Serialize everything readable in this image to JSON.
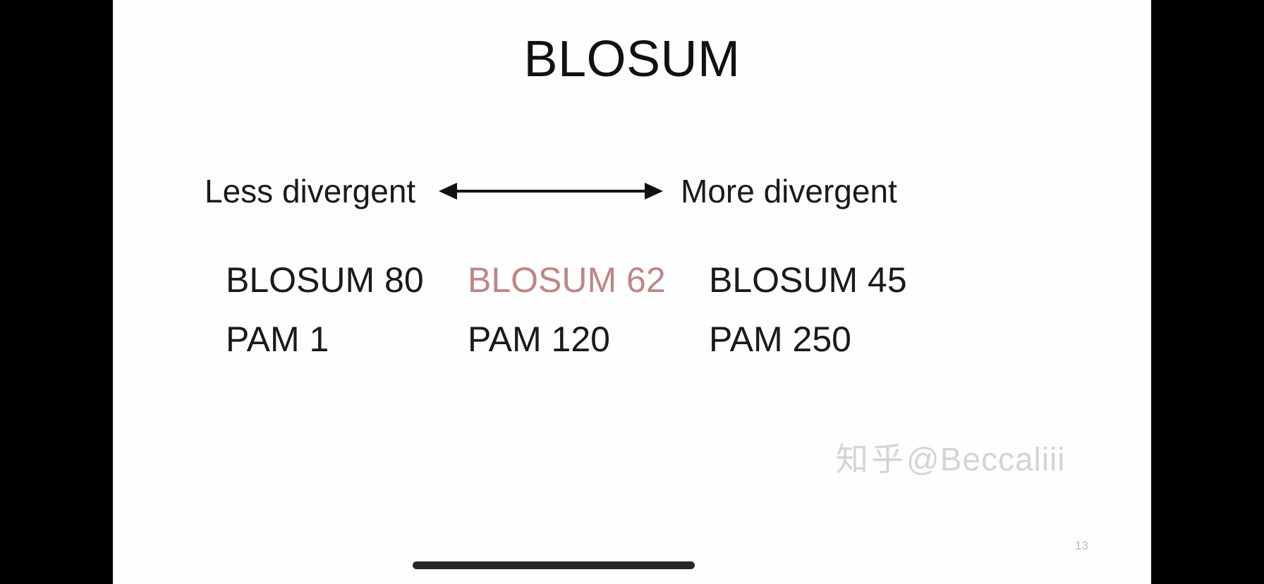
{
  "slide": {
    "title": "BLOSUM",
    "page_number": "13",
    "axis": {
      "left_label": "Less divergent",
      "right_label": "More divergent",
      "arrow_icon": "double-headed-arrow-icon"
    },
    "matrix_rows": [
      {
        "row_name": "blosum-series",
        "cells": [
          {
            "label": "BLOSUM 80",
            "highlight": false
          },
          {
            "label": "BLOSUM 62",
            "highlight": true
          },
          {
            "label": "BLOSUM 45",
            "highlight": false
          }
        ]
      },
      {
        "row_name": "pam-series",
        "cells": [
          {
            "label": "PAM 1",
            "highlight": false
          },
          {
            "label": "PAM 120",
            "highlight": false
          },
          {
            "label": "PAM 250",
            "highlight": false
          }
        ]
      }
    ]
  },
  "watermark": {
    "site": "知乎",
    "handle": "@Beccaliii"
  },
  "colors": {
    "highlight": "#c08585",
    "text": "#1a1a1a",
    "slide_background": "#fefefe",
    "letterbox": "#000000",
    "home_indicator": "#262626"
  }
}
